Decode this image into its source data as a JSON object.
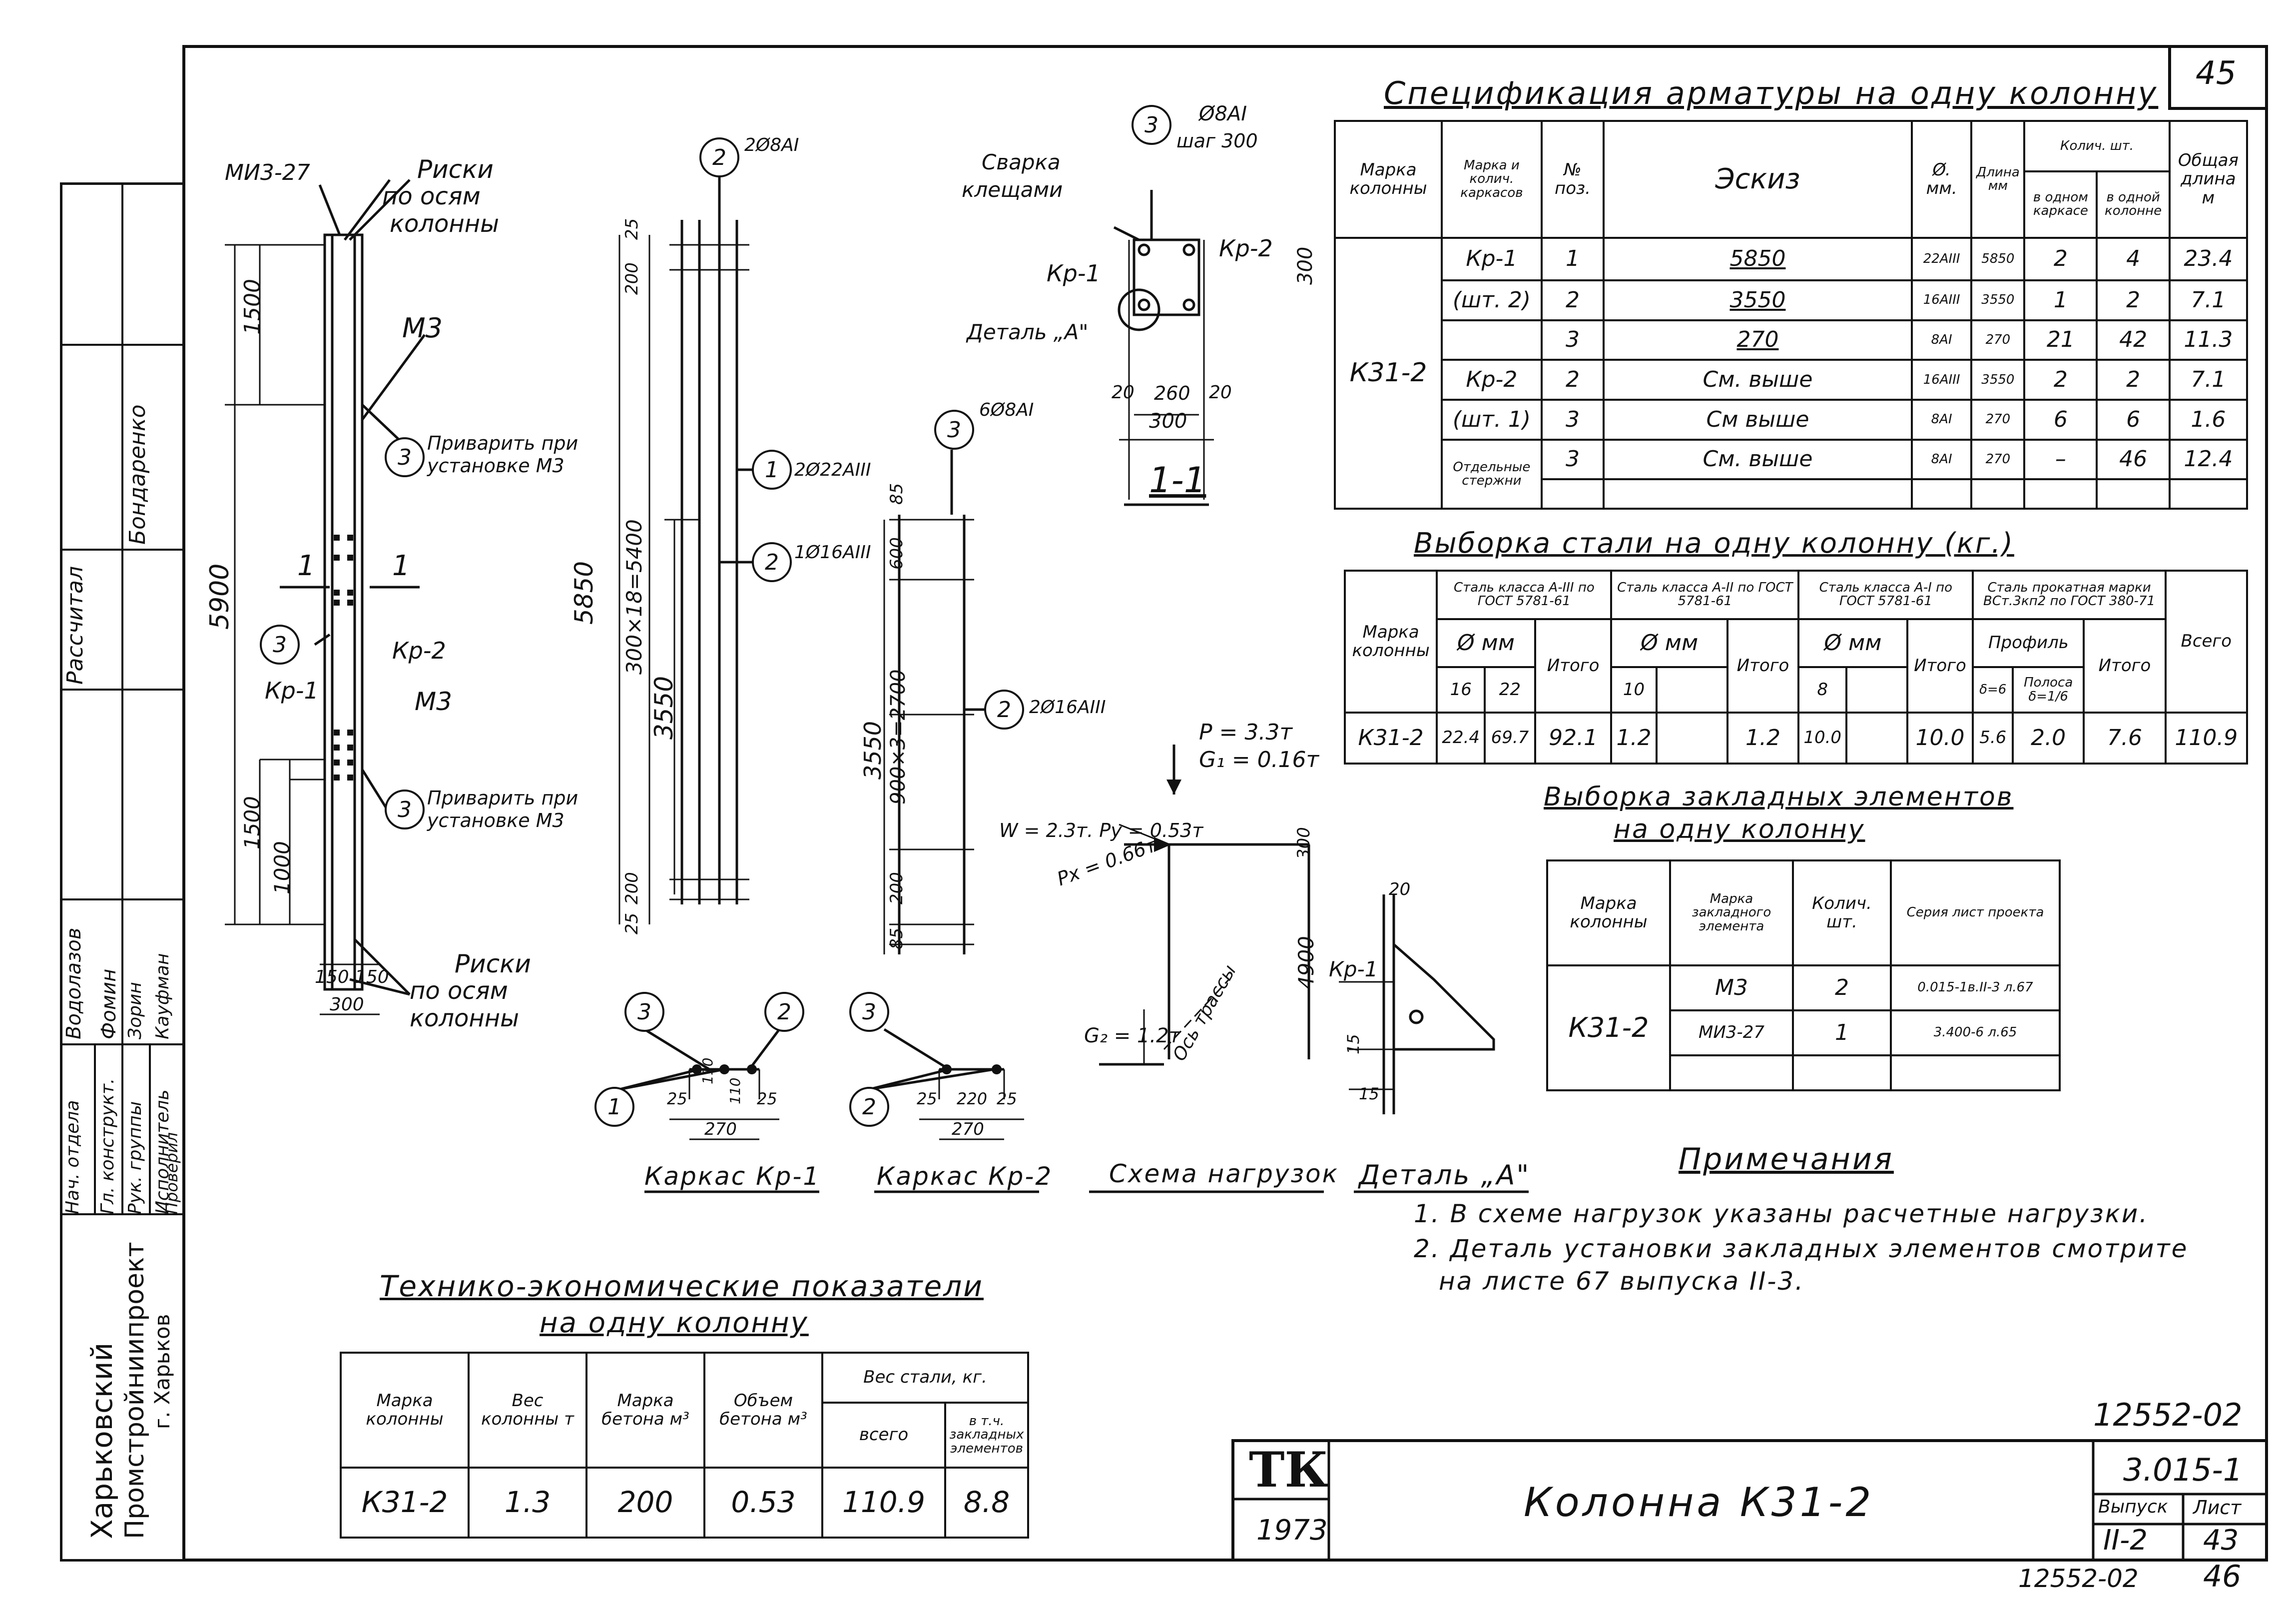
{
  "sheet_corner_number": "45",
  "spec": {
    "title": "Спецификация арматуры на одну колонну",
    "headers": {
      "col_mark": "Марка колонны",
      "frame_mark": "Марка и колич. каркасов",
      "pos": "№ поз.",
      "sketch": "Эскиз",
      "dia": "Ø. мм.",
      "length": "Длина мм",
      "qty": "Колич. шт.",
      "qty_frame": "в одном каркасе",
      "qty_column": "в одной колонне",
      "total_len": "Общая длина м"
    },
    "column_mark": "К31-2",
    "rows": [
      {
        "frame": "Кр-1",
        "pos": "1",
        "sketch": "5850",
        "dia": "22АIII",
        "len": "5850",
        "q1": "2",
        "q2": "4",
        "total": "23.4"
      },
      {
        "frame": "(шт. 2)",
        "pos": "2",
        "sketch": "3550",
        "dia": "16АIII",
        "len": "3550",
        "q1": "1",
        "q2": "2",
        "total": "7.1"
      },
      {
        "frame": "",
        "pos": "3",
        "sketch": "270",
        "dia": "8АI",
        "len": "270",
        "q1": "21",
        "q2": "42",
        "total": "11.3"
      },
      {
        "frame": "Кр-2",
        "pos": "2",
        "sketch": "См. выше",
        "dia": "16АIII",
        "len": "3550",
        "q1": "2",
        "q2": "2",
        "total": "7.1"
      },
      {
        "frame": "(шт. 1)",
        "pos": "3",
        "sketch": "См выше",
        "dia": "8АI",
        "len": "270",
        "q1": "6",
        "q2": "6",
        "total": "1.6"
      },
      {
        "frame": "Отдельные стержни",
        "pos": "3",
        "sketch": "См. выше",
        "dia": "8АI",
        "len": "270",
        "q1": "–",
        "q2": "46",
        "total": "12.4"
      }
    ]
  },
  "steel": {
    "title": "Выборка стали на одну колонну (кг.)",
    "headers": {
      "mark": "Марка колонны",
      "cls1": "Сталь класса А-III по ГОСТ 5781-61",
      "cls2": "Сталь класса А-II по ГОСТ 5781-61",
      "cls3": "Сталь класса А-I по ГОСТ 5781-61",
      "cls4": "Сталь прокатная марки ВСт.3кп2 по ГОСТ 380-71",
      "dia": "Ø мм",
      "profile": "Профиль",
      "itogo": "Итого",
      "total": "Всего",
      "d16": "16",
      "d22": "22",
      "d10": "10",
      "d8": "8",
      "p_delta": "δ=6",
      "p_strip": "Полоса δ=1/6"
    },
    "row": {
      "mark": "К31-2",
      "v16": "22.4",
      "v22": "69.7",
      "it1": "92.1",
      "v10": "1.2",
      "it2": "1.2",
      "v8": "10.0",
      "it3": "10.0",
      "p1": "5.6",
      "p2": "2.0",
      "it4": "7.6",
      "total": "110.9"
    }
  },
  "embedded": {
    "title1": "Выборка закладных элементов",
    "title2": "на одну колонну",
    "headers": {
      "mark": "Марка колонны",
      "emark": "Марка закладного элемента",
      "qty": "Колич. шт.",
      "series": "Серия лист проекта"
    },
    "column_mark": "К31-2",
    "rows": [
      {
        "emark": "М3",
        "qty": "2",
        "series": "0.015-1в.II-3 л.67"
      },
      {
        "emark": "МИ3-27",
        "qty": "1",
        "series": "3.400-6 л.65"
      }
    ]
  },
  "notes": {
    "title": "Примечания",
    "items": [
      "1. В схеме нагрузок указаны расчетные нагрузки.",
      "2. Деталь установки закладных элементов смотрите",
      "на листе 67 выпуска II-3."
    ]
  },
  "tep": {
    "title1": "Технико-экономические показатели",
    "title2": "на одну колонну",
    "headers": {
      "mark": "Марка колонны",
      "weight": "Вес колонны т",
      "concrete": "Марка бетона м³",
      "volume": "Объем бетона м³",
      "steel": "Вес стали, кг.",
      "all": "всего",
      "emb": "в т.ч. закладных элементов"
    },
    "row": {
      "mark": "К31-2",
      "weight": "1.3",
      "concrete": "200",
      "volume": "0.53",
      "all": "110.9",
      "emb": "8.8"
    }
  },
  "titleblock": {
    "org1": "Харьковский",
    "org2": "Промстройниипроект",
    "org3": "г. Харьков",
    "roles": [
      "Нач. отдела",
      "Гл. конструкт.",
      "Рук. группы",
      "Исполнитель",
      "Проверил"
    ],
    "names": [
      "Водолазов",
      "Фомин",
      "Зорин",
      "Кауфман",
      "Бондаренко"
    ],
    "roles2": [
      "Рассчитал",
      "Бондаренко"
    ],
    "stamp_tk": "ТК",
    "year": "1973",
    "title": "Колонна К31-2",
    "code": "12552-02",
    "series": "3.015-1",
    "issue_label": "Выпуск",
    "issue": "II-2",
    "sheet_label": "Лист",
    "sheet": "43",
    "bottom_code": "12552-02",
    "bottom_sheet": "46"
  },
  "drawing": {
    "col_labels": {
      "mi3": "МИ3-27",
      "riski_top": "Риски",
      "po_osyam_top": "по осям",
      "kolonny_top": "колонны",
      "m3_top": "М3",
      "weld_note1": "Приварить при",
      "weld_note2": "установке М3",
      "d1500": "1500",
      "d5900": "5900",
      "sec_1a": "1",
      "sec_1b": "1",
      "pos3": "3",
      "kr2": "Кр-2",
      "kr1": "Кр-1",
      "m3_mid": "М3",
      "d1500b": "1500",
      "d1000": "1000",
      "d150a": "150",
      "d150b": "150",
      "d300": "300",
      "riski_bot": "Риски",
      "po_osyam_bot": "по осям",
      "kolonny_bot": "колонны"
    },
    "kr1": {
      "pos2": "2",
      "pos2_txt": "2Ø8АI",
      "pos1": "1",
      "pos1_txt": "2Ø22АIII",
      "pos2b": "2",
      "pos2b_txt": "1Ø16АIII",
      "d25": "25",
      "d200": "200",
      "d5850": "5850",
      "d300x18": "300×18=5400",
      "d3550": "3550",
      "d200b": "200",
      "d25b": "25"
    },
    "kr2": {
      "pos3": "3",
      "pos3_txt": "6Ø8АI",
      "pos2": "2",
      "pos2_txt": "2Ø16АIII",
      "d85": "85",
      "d600": "600",
      "d3550": "3550",
      "d900x3": "900×3=2700",
      "d200": "200",
      "d85b": "85"
    },
    "section": {
      "pos3": "3",
      "pos3_txt1": "Ø8АI",
      "pos3_txt2": "шаг 300",
      "weld1": "Сварка",
      "weld2": "клещами",
      "kr1": "Кр-1",
      "kr2": "Кр-2",
      "detail": "Деталь „А\"",
      "d300v": "300",
      "d20a": "20",
      "d260": "260",
      "d20b": "20",
      "d300": "300",
      "title": "1-1"
    },
    "frames": {
      "kr1_title": "Каркас Кр-1",
      "kr2_title": "Каркас Кр-2",
      "a3": "3",
      "a2": "2",
      "a1": "1",
      "b3": "3",
      "b2": "2",
      "dims1": [
        "25",
        "110",
        "110",
        "25"
      ],
      "dim270a": "270",
      "dims2": [
        "25",
        "220",
        "25"
      ],
      "dim270b": "270"
    },
    "loads": {
      "title": "Схема нагрузок",
      "P": "P = 3.3т",
      "G1": "G₁ = 0.16т",
      "W": "W = 2.3т. Py = 0.53т",
      "Px": "Px = 0.66т",
      "G2": "G₂ = 1.2т",
      "axis": "Ось трассы",
      "d4900": "4900",
      "d300": "300"
    },
    "detail": {
      "title": "Деталь „А\"",
      "kr1": "Кр-1",
      "d20": "20",
      "d15a": "15",
      "d15b": "15"
    }
  }
}
